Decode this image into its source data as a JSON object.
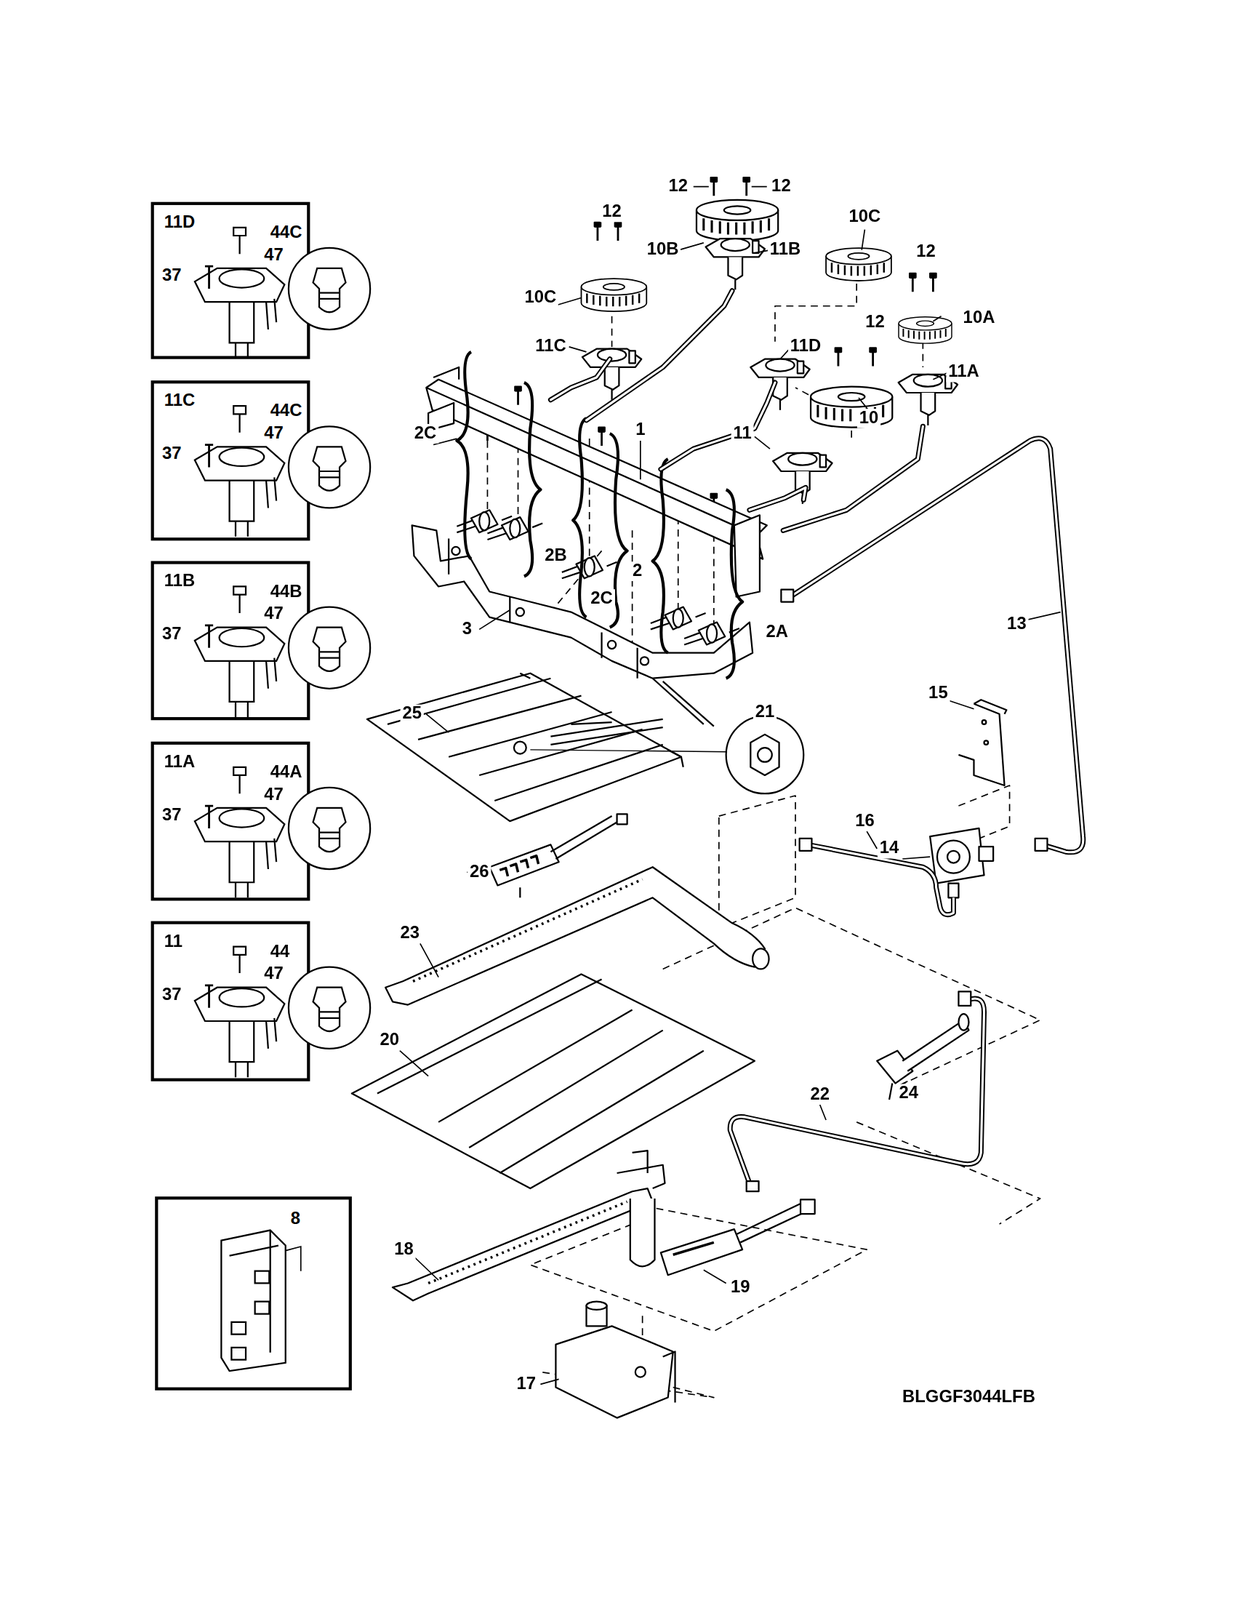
{
  "diagram": {
    "nodes": [
      {
        "text": [
          "11D",
          "44C",
          "37",
          "47"
        ]
      },
      {
        "text": [
          "11C",
          "44C",
          "37",
          "47"
        ]
      },
      {
        "text": [
          "11B",
          "44B",
          "37",
          "47"
        ]
      },
      {
        "text": [
          "11A",
          "44A",
          "37",
          "47"
        ]
      },
      {
        "text": [
          "11",
          "44",
          "37",
          "47"
        ]
      },
      {
        "text": [
          "8"
        ]
      }
    ],
    "labels": [
      "12",
      "12",
      "12",
      "10B",
      "11B",
      "10C",
      "12",
      "10C",
      "12",
      "10A",
      "11C",
      "11D",
      "11A",
      "1",
      "11",
      "10",
      "2C",
      "2B",
      "2C",
      "2",
      "2A",
      "3",
      "13",
      "15",
      "21",
      "25",
      "16",
      "14",
      "26",
      "23",
      "20",
      "24",
      "22",
      "18",
      "19",
      "17",
      "BLGGF3044LFB"
    ]
  }
}
